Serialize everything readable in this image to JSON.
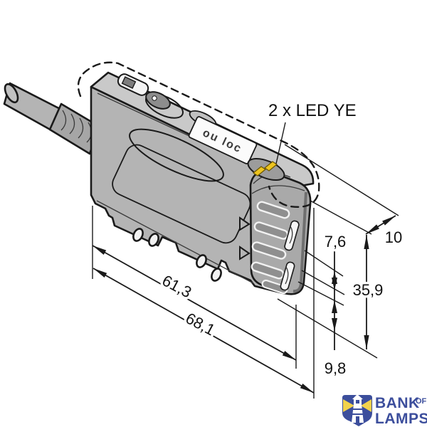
{
  "figure": {
    "callout_led": "2 x LED YE",
    "device_top_label": "ou loc",
    "dimensions": {
      "body_length": "61,3",
      "overall_length": "68,1",
      "fiber_port_spacing": "7,6",
      "housing_width": "10",
      "housing_height": "35,9",
      "clamp_offset": "9,8"
    }
  },
  "logo": {
    "word1": "BANK",
    "word2": "OF",
    "word3": "LAMPS"
  },
  "colors": {
    "outline": "#1a1a1a",
    "body_gray": "#b4b4b4",
    "top_gray": "#c9c9c9",
    "clamp_gray": "#a9a9a9",
    "dark_gray": "#8a8a8a",
    "led_yellow": "#edc41f",
    "logo_blue": "#3c4e9c",
    "beam_yellow": "#f2d24b"
  }
}
